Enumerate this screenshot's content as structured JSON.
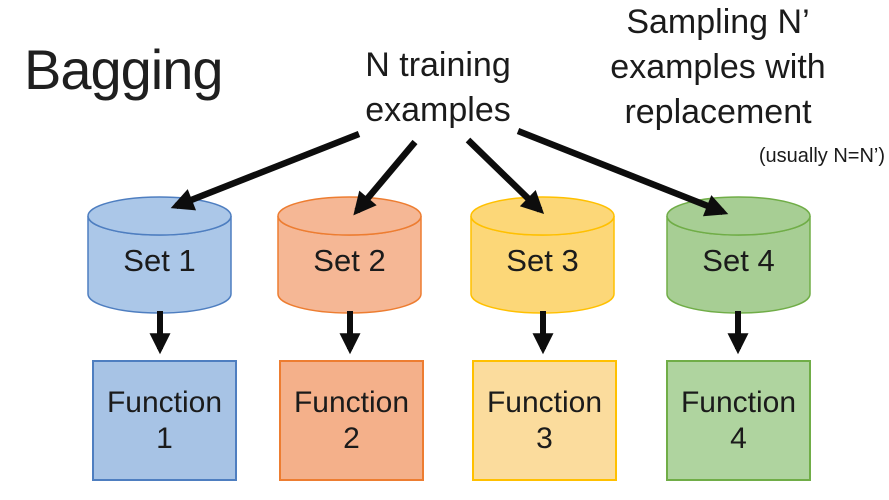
{
  "title": "Bagging",
  "center_label": {
    "line1": "N training",
    "line2": "examples"
  },
  "right_label": {
    "line1": "Sampling N’",
    "line2": "examples with",
    "line3": "replacement",
    "note": "(usually N=N’)"
  },
  "colors": {
    "arrow": "#0d0d0d",
    "set1_fill": "#ABC7E8",
    "set1_stroke": "#4E7EC0",
    "set1_box_fill": "#A7C3E5",
    "set2_fill": "#F5B795",
    "set2_stroke": "#ED7D31",
    "set2_box_fill": "#F4B08A",
    "set3_fill": "#FCD778",
    "set3_stroke": "#FFC000",
    "set3_box_fill": "#FBDC9D",
    "set4_fill": "#A7CE94",
    "set4_stroke": "#70AD47",
    "set4_box_fill": "#AFD49F"
  },
  "sets": [
    {
      "label": "Set 1",
      "function_word": "Function",
      "function_number": "1"
    },
    {
      "label": "Set 2",
      "function_word": "Function",
      "function_number": "2"
    },
    {
      "label": "Set 3",
      "function_word": "Function",
      "function_number": "3"
    },
    {
      "label": "Set 4",
      "function_word": "Function",
      "function_number": "4"
    }
  ]
}
